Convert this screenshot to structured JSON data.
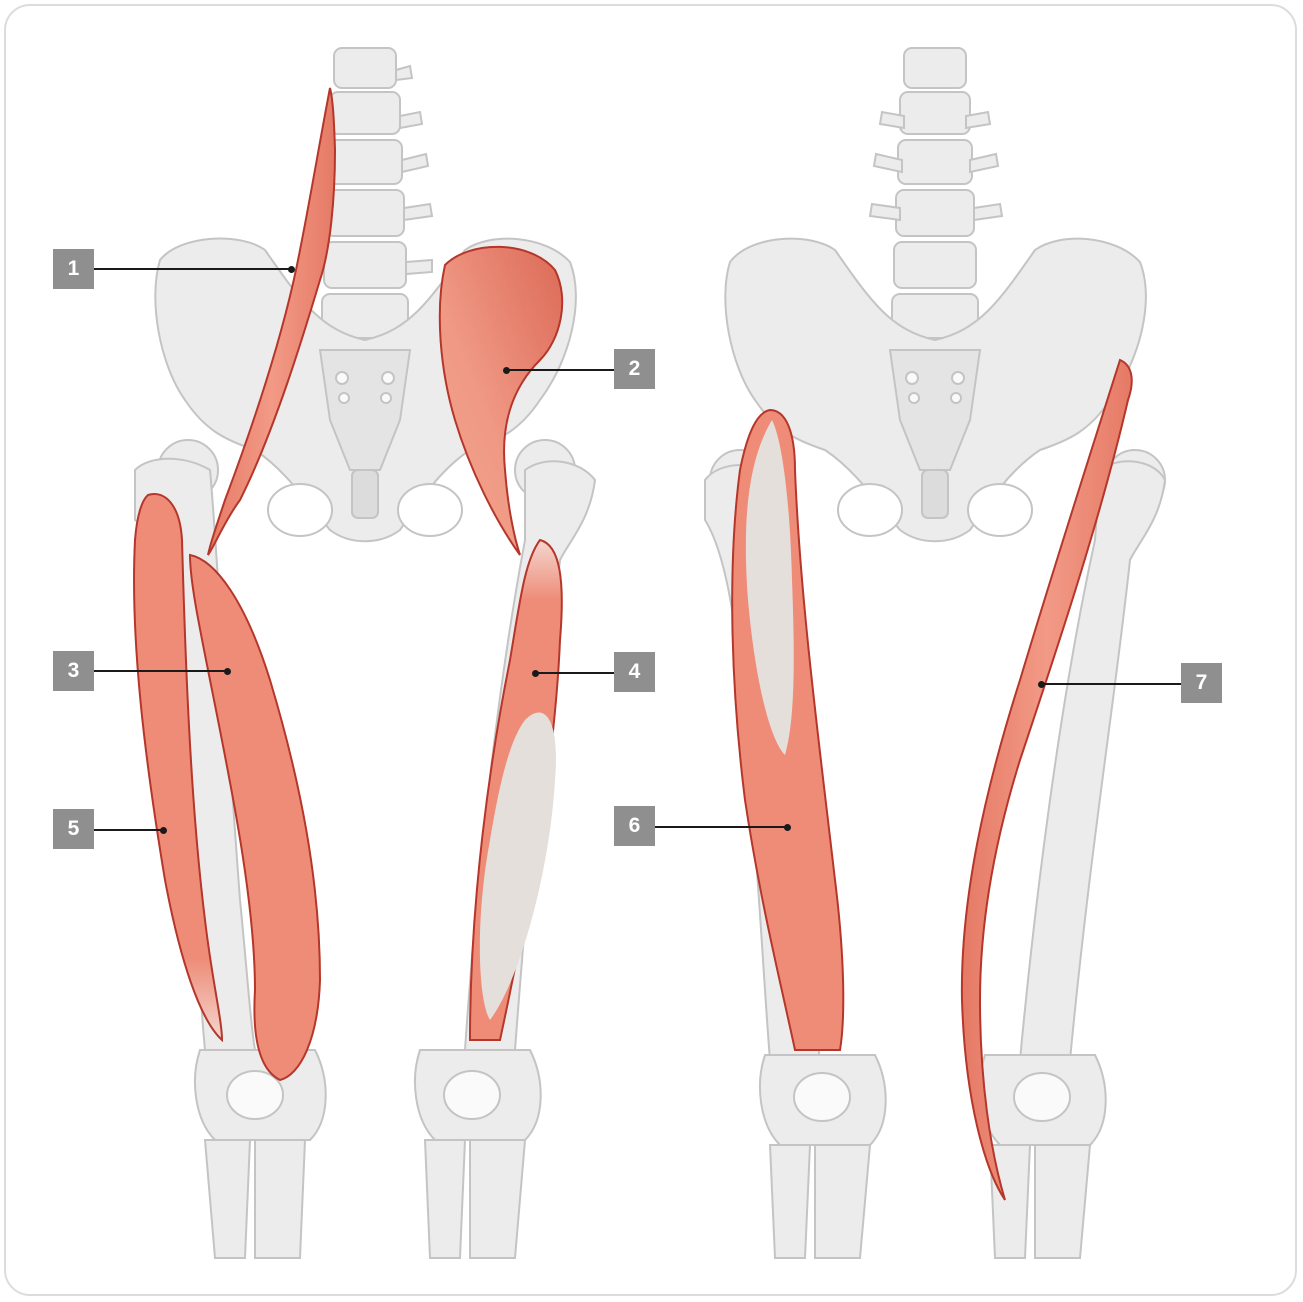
{
  "colors": {
    "bone_fill": "#ececec",
    "bone_outline": "#c4c4c4",
    "muscle_fill": "#ee8c78",
    "muscle_dark": "#e06a58",
    "muscle_edge": "#b5362a",
    "tendon": "#e5dfdc",
    "label_bg": "#8f8f8f",
    "label_text": "#ffffff",
    "leader": "#1a1a1a",
    "frame_border": "#dcdcdc"
  },
  "figures": [
    {
      "id": "left",
      "highlighted_muscles": [
        "1",
        "2",
        "3",
        "4",
        "5"
      ]
    },
    {
      "id": "right",
      "highlighted_muscles": [
        "6",
        "7"
      ]
    }
  ],
  "labels": [
    {
      "id": "1",
      "text": "1"
    },
    {
      "id": "2",
      "text": "2"
    },
    {
      "id": "3",
      "text": "3"
    },
    {
      "id": "4",
      "text": "4"
    },
    {
      "id": "5",
      "text": "5"
    },
    {
      "id": "6",
      "text": "6"
    },
    {
      "id": "7",
      "text": "7"
    }
  ]
}
